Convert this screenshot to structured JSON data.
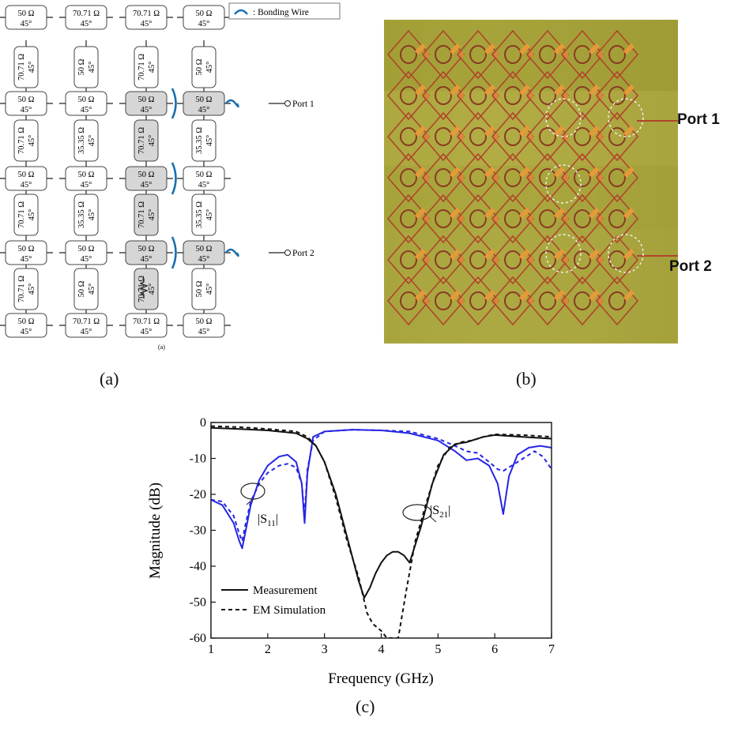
{
  "schematic": {
    "legend": ": Bonding Wire",
    "ports": [
      "Port 1",
      "Port 2"
    ],
    "rows": [
      {
        "kind": "h",
        "cells": [
          [
            "50 Ω",
            "45°"
          ],
          [
            "70.71 Ω",
            "45°"
          ],
          [
            "70.71 Ω",
            "45°"
          ],
          [
            "50 Ω",
            "45°"
          ]
        ]
      },
      {
        "kind": "v",
        "cells": [
          [
            "70.71 Ω",
            "45°"
          ],
          [
            "50 Ω",
            "45°"
          ],
          [
            "70.71 Ω",
            "45°"
          ],
          [
            "50 Ω",
            "45°"
          ]
        ]
      },
      {
        "kind": "h",
        "cells": [
          [
            "50 Ω",
            "45°"
          ],
          [
            "50 Ω",
            "45°"
          ],
          [
            "50 Ω",
            "45°"
          ],
          [
            "50 Ω",
            "45°"
          ]
        ]
      },
      {
        "kind": "v",
        "cells": [
          [
            "70.71 Ω",
            "45°"
          ],
          [
            "35.35 Ω",
            "45°"
          ],
          [
            "70.71 Ω",
            "45°"
          ],
          [
            "35.35 Ω",
            "45°"
          ]
        ]
      },
      {
        "kind": "h",
        "cells": [
          [
            "50 Ω",
            "45°"
          ],
          [
            "50 Ω",
            "45°"
          ],
          [
            "50 Ω",
            "45°"
          ],
          [
            "50 Ω",
            "45°"
          ]
        ]
      },
      {
        "kind": "v",
        "cells": [
          [
            "70.71 Ω",
            "45°"
          ],
          [
            "35.35 Ω",
            "45°"
          ],
          [
            "70.71 Ω",
            "45°"
          ],
          [
            "35.35 Ω",
            "45°"
          ]
        ]
      },
      {
        "kind": "h",
        "cells": [
          [
            "50 Ω",
            "45°"
          ],
          [
            "50 Ω",
            "45°"
          ],
          [
            "50 Ω",
            "45°"
          ],
          [
            "50 Ω",
            "45°"
          ]
        ]
      },
      {
        "kind": "v",
        "cells": [
          [
            "70.71 Ω",
            "45°"
          ],
          [
            "50 Ω",
            "45°"
          ],
          [
            "70.71 Ω",
            "45°"
          ],
          [
            "50 Ω",
            "45°"
          ]
        ]
      },
      {
        "kind": "h",
        "cells": [
          [
            "50 Ω",
            "45°"
          ],
          [
            "70.71 Ω",
            "45°"
          ],
          [
            "70.71 Ω",
            "45°"
          ],
          [
            "50 Ω",
            "45°"
          ]
        ]
      }
    ],
    "small_caption": "(a)"
  },
  "photo": {
    "ports": [
      "Port 1",
      "Port 2"
    ]
  },
  "captions": {
    "a": "(a)",
    "b": "(b)",
    "c": "(c)"
  },
  "chart_data": {
    "type": "line",
    "xlabel": "Frequency (GHz)",
    "ylabel": "Magnitude (dB)",
    "xlim": [
      1,
      7
    ],
    "ylim": [
      -60,
      0
    ],
    "xticks": [
      1,
      2,
      3,
      4,
      5,
      6,
      7
    ],
    "yticks": [
      0,
      -10,
      -20,
      -30,
      -40,
      -50,
      -60
    ],
    "legend": [
      {
        "label": "Measurement",
        "style": "solid"
      },
      {
        "label": "EM Simulation",
        "style": "dashed"
      }
    ],
    "annotations": [
      "|S11|",
      "|S21|"
    ],
    "colors": {
      "s11": "#2525e6",
      "s21": "#111111"
    },
    "series": [
      {
        "id": "s11-meas",
        "x": [
          1.0,
          1.2,
          1.4,
          1.5,
          1.55,
          1.6,
          1.7,
          1.85,
          2.0,
          2.2,
          2.35,
          2.5,
          2.6,
          2.65,
          2.7,
          2.8,
          3.0,
          3.5,
          4.0,
          4.5,
          5.0,
          5.3,
          5.5,
          5.7,
          5.9,
          6.05,
          6.15,
          6.25,
          6.4,
          6.6,
          6.8,
          7.0
        ],
        "y": [
          -21.5,
          -23,
          -28,
          -33,
          -35,
          -31,
          -23,
          -16,
          -12,
          -9.5,
          -9,
          -11,
          -17,
          -28,
          -14,
          -4,
          -2.5,
          -2,
          -2.2,
          -3,
          -5,
          -8,
          -10.5,
          -10,
          -12,
          -17,
          -25.5,
          -15,
          -9,
          -7,
          -6.5,
          -7
        ]
      },
      {
        "id": "s11-sim",
        "x": [
          1.0,
          1.2,
          1.4,
          1.5,
          1.55,
          1.6,
          1.7,
          1.85,
          2.0,
          2.2,
          2.35,
          2.5,
          2.6,
          2.65,
          2.7,
          2.8,
          3.0,
          3.5,
          4.0,
          4.5,
          5.0,
          5.3,
          5.5,
          5.7,
          5.9,
          6.05,
          6.15,
          6.3,
          6.5,
          6.7,
          6.85,
          7.0
        ],
        "y": [
          -21.5,
          -22,
          -26,
          -31,
          -33,
          -29,
          -22,
          -17,
          -14,
          -12,
          -11.5,
          -12.5,
          -17,
          -26,
          -13,
          -5,
          -2.5,
          -2,
          -2.2,
          -2.5,
          -4.5,
          -6.5,
          -8,
          -8.5,
          -11,
          -13,
          -13.5,
          -12,
          -10,
          -8,
          -9.5,
          -13
        ]
      },
      {
        "id": "s21-meas",
        "x": [
          1.0,
          1.5,
          2.0,
          2.5,
          2.7,
          2.85,
          3.0,
          3.2,
          3.4,
          3.6,
          3.7,
          3.8,
          3.9,
          4.0,
          4.1,
          4.2,
          4.3,
          4.4,
          4.5,
          4.7,
          4.9,
          5.1,
          5.3,
          5.5,
          5.8,
          6.0,
          6.5,
          7.0
        ],
        "y": [
          -1.5,
          -1.8,
          -2.2,
          -3,
          -4.5,
          -6.5,
          -11,
          -20,
          -32,
          -44,
          -48.8,
          -46,
          -42,
          -39,
          -37,
          -36,
          -36,
          -37,
          -39,
          -29,
          -17,
          -9,
          -6,
          -5.5,
          -4,
          -3.5,
          -4,
          -4.5
        ]
      },
      {
        "id": "s21-sim",
        "x": [
          1.0,
          1.5,
          2.0,
          2.5,
          2.7,
          2.85,
          3.0,
          3.2,
          3.4,
          3.6,
          3.75,
          3.85,
          4.0,
          4.1,
          4.2,
          4.3,
          4.45,
          4.6,
          4.8,
          5.0,
          5.2,
          5.4,
          5.6,
          5.8,
          6.0,
          6.5,
          7.0
        ],
        "y": [
          -1,
          -1.3,
          -1.8,
          -2.5,
          -4,
          -6.5,
          -11,
          -21,
          -33,
          -43,
          -53,
          -56,
          -58,
          -60,
          -60,
          -60,
          -46,
          -33,
          -22,
          -12,
          -7,
          -5.5,
          -5,
          -4,
          -3.3,
          -3.5,
          -4
        ]
      }
    ]
  }
}
